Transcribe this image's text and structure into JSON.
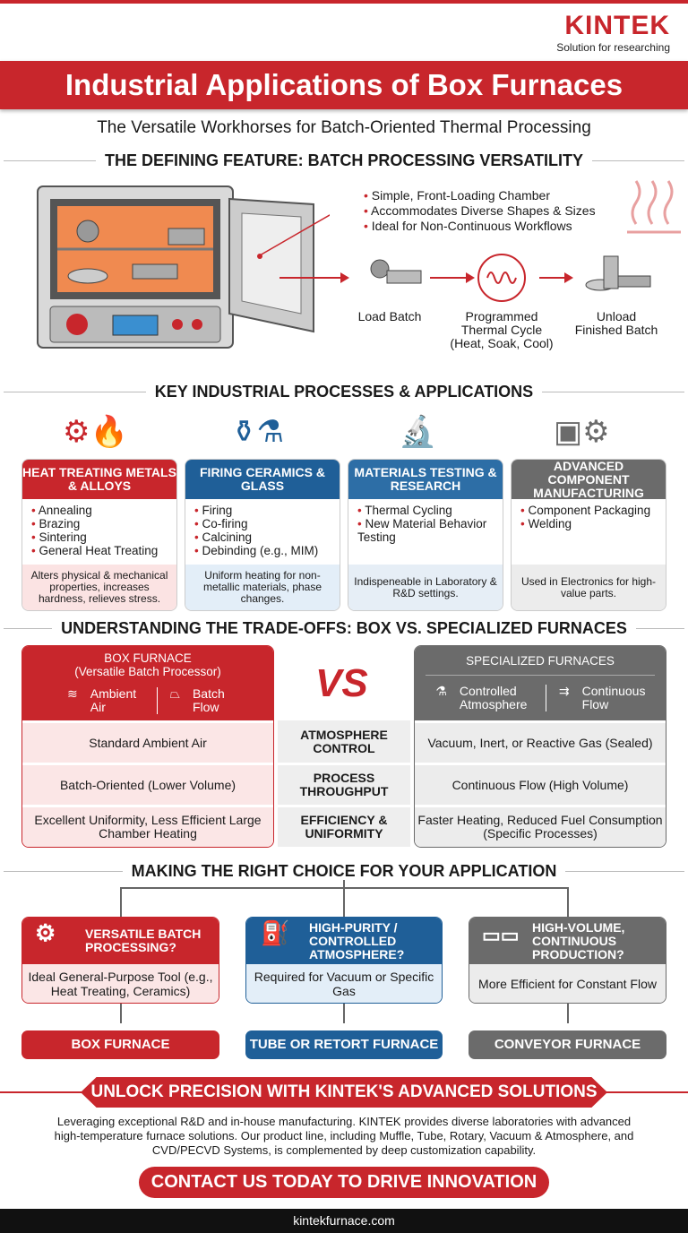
{
  "logo": {
    "brand": "KINTEK",
    "tagline": "Solution for researching"
  },
  "title": "Industrial Applications of Box Furnaces",
  "subtitle": "The Versatile Workhorses for Batch-Oriented Thermal Processing",
  "section1": {
    "heading": "THE DEFINING FEATURE: BATCH PROCESSING VERSATILITY",
    "bullets": [
      "Simple, Front-Loading Chamber",
      "Accommodates Diverse Shapes & Sizes",
      "Ideal for Non-Continuous Workflows"
    ],
    "steps": [
      "Load Batch",
      "Programmed Thermal Cycle (Heat, Soak, Cool)",
      "Unload Finished Batch"
    ]
  },
  "section2": {
    "heading": "KEY INDUSTRIAL PROCESSES & APPLICATIONS",
    "cards": [
      {
        "title": "HEAT TREATING METALS & ALLOYS",
        "items": [
          "Annealing",
          "Brazing",
          "Sintering",
          "General Heat Treating"
        ],
        "note": "Alters physical & mechanical properties, increases hardness, relieves stress."
      },
      {
        "title": "FIRING CERAMICS & GLASS",
        "items": [
          "Firing",
          "Co-firing",
          "Calcining",
          "Debinding (e.g., MIM)"
        ],
        "note": "Uniform heating for non-metallic materials, phase changes."
      },
      {
        "title": "MATERIALS TESTING & RESEARCH",
        "items": [
          "Thermal Cycling",
          "New Material Behavior Testing"
        ],
        "note": "Indispeneable in Laboratory & R&D settings."
      },
      {
        "title": "ADVANCED COMPONENT MANUFACTURING",
        "items": [
          "Component Packaging",
          "Welding"
        ],
        "note": "Used in Electronics for high-value parts."
      }
    ]
  },
  "section3": {
    "heading": "UNDERSTANDING THE TRADE-OFFS: BOX VS. SPECIALIZED FURNACES",
    "vs": "VS",
    "left": {
      "title": "BOX FURNACE",
      "subtitle": "(Versatile Batch Processor)",
      "feat1": "Ambient Air",
      "feat2": "Batch Flow",
      "rows": [
        "Standard Ambient Air",
        "Batch-Oriented (Lower Volume)",
        "Excellent Uniformity, Less Efficient Large Chamber Heating"
      ]
    },
    "criteria": [
      "ATMOSPHERE CONTROL",
      "PROCESS THROUGHPUT",
      "EFFICIENCY & UNIFORMITY"
    ],
    "right": {
      "title": "SPECIALIZED FURNACES",
      "feat1": "Controlled Atmosphere",
      "feat2": "Continuous Flow",
      "rows": [
        "Vacuum, Inert, or Reactive Gas (Sealed)",
        "Continuous Flow (High Volume)",
        "Faster Heating, Reduced Fuel Consumption (Specific Processes)"
      ]
    }
  },
  "section4": {
    "heading": "MAKING THE RIGHT CHOICE FOR YOUR APPLICATION",
    "options": [
      {
        "question": "VERSATILE BATCH PROCESSING?",
        "answer": "Ideal General-Purpose Tool (e.g., Heat Treating, Ceramics)",
        "result": "BOX FURNACE"
      },
      {
        "question": "HIGH-PURITY / CONTROLLED ATMOSPHERE?",
        "answer": "Required for Vacuum or Specific Gas",
        "result": "TUBE OR RETORT FURNACE"
      },
      {
        "question": "HIGH-VOLUME, CONTINUOUS PRODUCTION?",
        "answer": "More Efficient for Constant Flow",
        "result": "CONVEYOR FURNACE"
      }
    ]
  },
  "cta": {
    "banner": "UNLOCK PRECISION WITH KINTEK'S ADVANCED SOLUTIONS",
    "text": "Leveraging exceptional R&D and in-house manufacturing. KINTEK provides diverse laboratories with advanced high-temperature furnace solutions. Our product line, including Muffle, Tube, Rotary, Vacuum & Atmosphere, and CVD/PECVD Systems, is complemented by deep customization capability.",
    "button": "CONTACT US TODAY TO DRIVE INNOVATION"
  },
  "footer": "kintekfurnace.com",
  "colors": {
    "red": "#c8262c",
    "blue": "#1f5f98",
    "gray": "#6b6b6b"
  }
}
